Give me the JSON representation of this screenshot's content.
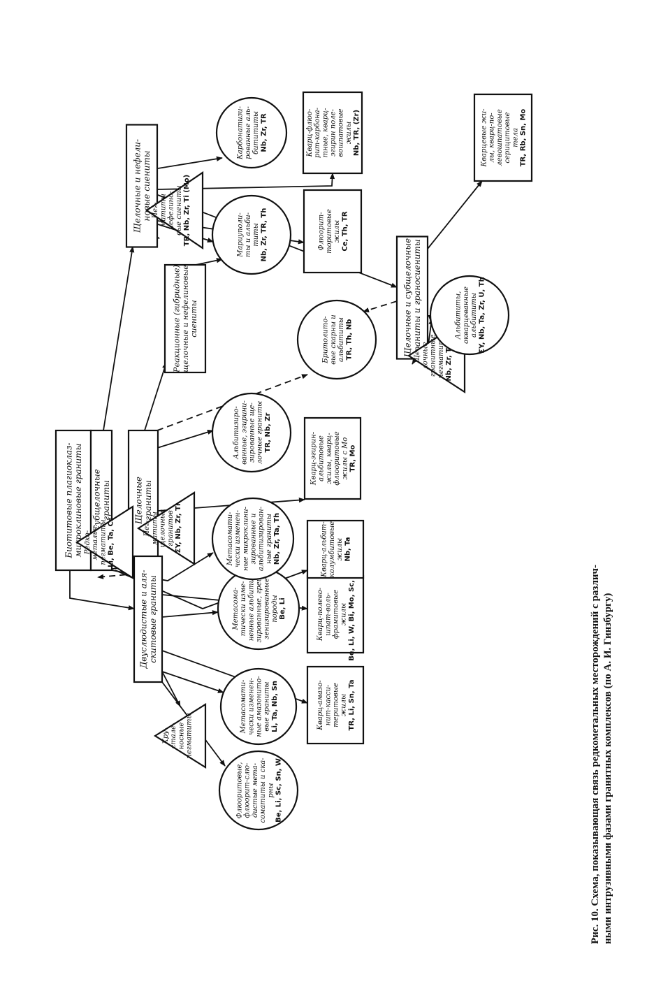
{
  "nodes": {
    "biotite": {
      "lines": [
        "Биотитовые плагиоклаз-",
        "микроклиновые граниты"
      ],
      "sym": ""
    },
    "subalk": {
      "lines": [
        "Субщелочные",
        "граниты"
      ],
      "sym": ""
    },
    "alk": {
      "lines": [
        "Щелочные",
        "граниты"
      ],
      "sym": ""
    },
    "hybrid": {
      "lines": [
        "Реакционные (гибридные)",
        "щелочные и нефелиновые",
        "сиениты"
      ],
      "sym": ""
    },
    "nephsyen": {
      "lines": [
        "Щелочные и нефели-",
        "новые сиениты"
      ],
      "sym": ""
    },
    "subalksyen": {
      "lines": [
        "Щелочные и субщелочные",
        "граниты и граносиениты"
      ],
      "sym": ""
    },
    "twomica": {
      "lines": [
        "Двуслюдистые и аля-",
        "скитовые граниты"
      ],
      "sym": ""
    },
    "raremetpeg": {
      "lines": [
        "Редко-",
        "метальн.",
        "пегматиты"
      ],
      "sym": "Li, Be, Ta, Cs"
    },
    "peg_alk": {
      "lines": [
        "Пег-",
        "матиты",
        "щелочных",
        "гранитов"
      ],
      "sym": "ΣY, Nb, Zr, Ti"
    },
    "peg_syen": {
      "lines": [
        "Пег-",
        "матиты",
        "нефелино-",
        "вые сиениты"
      ],
      "sym": "TR, Nb, Zr, Ti (Mo)"
    },
    "peg_granosyen": {
      "lines": [
        "Ще-",
        "лочные",
        "гранитные",
        "пегматиты"
      ],
      "sym": "Nb, Zr, TR, Ti"
    },
    "crystal": {
      "lines": [
        "Хру-",
        "стале-",
        "носные",
        "пегматиты"
      ],
      "sym": ""
    },
    "c_fluorite": {
      "lines": [
        "Флюоритовые,",
        "флюорит-слю-",
        "дистые мета-",
        "соматиты и ска-",
        "рны"
      ],
      "sym": "Be, Li, Sc, Sn, W"
    },
    "c_amazonite": {
      "lines": [
        "Метасомати-",
        "чески изменен-",
        "ные амазонито-",
        "вые граниты"
      ],
      "sym": "Li, Ta, Nb, Sn"
    },
    "c_greisen": {
      "lines": [
        "Метасома-",
        "тически изме-",
        "ненные альбити-",
        "зированные, грей-",
        "зенизированные",
        "породы"
      ],
      "sym": "Be, Li"
    },
    "c_microcline": {
      "lines": [
        "Метасомати-",
        "чески изменен-",
        "ные микроклини-",
        "зированные и",
        "альбитизирован-",
        "ные граниты"
      ],
      "sym": "Nb, Zr, Ta, Th"
    },
    "c_albitized": {
      "lines": [
        "Альбитизиро-",
        "ванные, эгирини-",
        "зированные ще-",
        "лочные граниты"
      ],
      "sym": "TR, Nb, Zr"
    },
    "c_britholite": {
      "lines": [
        "Бритолито-",
        "вые скарны и",
        "альбититы"
      ],
      "sym": "TR, Th, Nb"
    },
    "c_mariupolite": {
      "lines": [
        "Мариуполи-",
        "ты и альби-",
        "титы"
      ],
      "sym": "Nb, Zr, TR, Th"
    },
    "c_carbonatized": {
      "lines": [
        "Карбонатизи-",
        "рованные аль-",
        "битититы"
      ],
      "sym": "Nb, Zr, TR"
    },
    "c_albitite2": {
      "lines": [
        "Альбититы,",
        "окварцеванные",
        "альбититы"
      ],
      "sym": "ΣY, Nb, Ta, Zr, U, Th"
    },
    "r_amazonite": {
      "lines": [
        "Кварц-амазо-",
        "нит-касси-",
        "теритовые",
        "жилы"
      ],
      "sym": "TR, Li, Sn, Ta"
    },
    "r_wolframite": {
      "lines": [
        "Кварц-полево-",
        "шпат-воль-",
        "фрамитовые",
        "жилы"
      ],
      "sym": "Be, Li, W, Bi, Mo, Sc, Sn"
    },
    "r_columbite": {
      "lines": [
        "Кварц-альбит-",
        "колумбитовые",
        "жилы"
      ],
      "sym": "Nb, Ta"
    },
    "r_aegirine": {
      "lines": [
        "Кварц-эгирин-",
        "альбитовые",
        "жилы, кварц-",
        "флюоритовые",
        "жилы с Mo"
      ],
      "sym": "TR, Mo"
    },
    "r_fluothorite": {
      "lines": [
        "Флюорит-",
        "торитовые",
        "жилы"
      ],
      "sym": "Ce, Th, TR"
    },
    "r_fluofeldspar": {
      "lines": [
        "Кварц-флюо-",
        "рит-карбона-",
        "тные, кварц-",
        "эгирин поле-",
        "вошпатовые",
        "жилы"
      ],
      "sym": "Nb, TR, (Zr)"
    },
    "r_sericite": {
      "lines": [
        "Кварцевые жи-",
        "лы, кварц-по-",
        "левошпатовые",
        "серицитовые",
        "тела"
      ],
      "sym": "TR, Rb, Sn, Mo"
    }
  },
  "caption": {
    "line1": "Рис. 10. Схема, показывающая связь редкометальных месторождений с различ-",
    "line2": "ными интрузивными фазами гранитных комплексов (по А. И. Гинзбургу)"
  }
}
